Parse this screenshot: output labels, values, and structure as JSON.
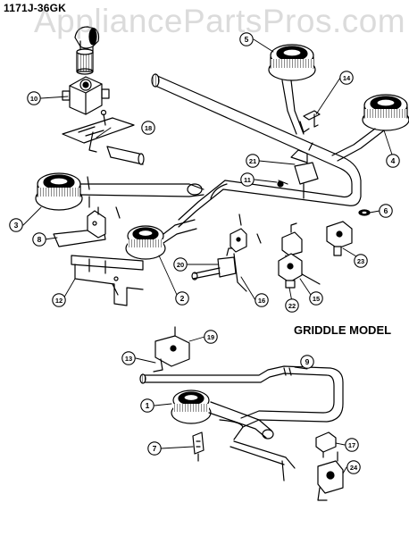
{
  "header": {
    "model_number": "1171J-36GK",
    "watermark": "AppliancePartsPros.com"
  },
  "sections": {
    "griddle_label": "GRIDDLE MODEL"
  },
  "callouts": [
    {
      "id": "c1",
      "label": "1"
    },
    {
      "id": "c2",
      "label": "2"
    },
    {
      "id": "c3",
      "label": "3"
    },
    {
      "id": "c4",
      "label": "4"
    },
    {
      "id": "c5",
      "label": "5"
    },
    {
      "id": "c6",
      "label": "6"
    },
    {
      "id": "c7",
      "label": "7"
    },
    {
      "id": "c8",
      "label": "8"
    },
    {
      "id": "c9",
      "label": "9"
    },
    {
      "id": "c10",
      "label": "10"
    },
    {
      "id": "c11",
      "label": "11"
    },
    {
      "id": "c12",
      "label": "12"
    },
    {
      "id": "c13",
      "label": "13"
    },
    {
      "id": "c14",
      "label": "14"
    },
    {
      "id": "c15",
      "label": "15"
    },
    {
      "id": "c16",
      "label": "16"
    },
    {
      "id": "c17",
      "label": "17"
    },
    {
      "id": "c18",
      "label": "18"
    },
    {
      "id": "c19",
      "label": "19"
    },
    {
      "id": "c20",
      "label": "20"
    },
    {
      "id": "c21",
      "label": "21"
    },
    {
      "id": "c22",
      "label": "22"
    },
    {
      "id": "c23",
      "label": "23"
    },
    {
      "id": "c24",
      "label": "24"
    }
  ]
}
